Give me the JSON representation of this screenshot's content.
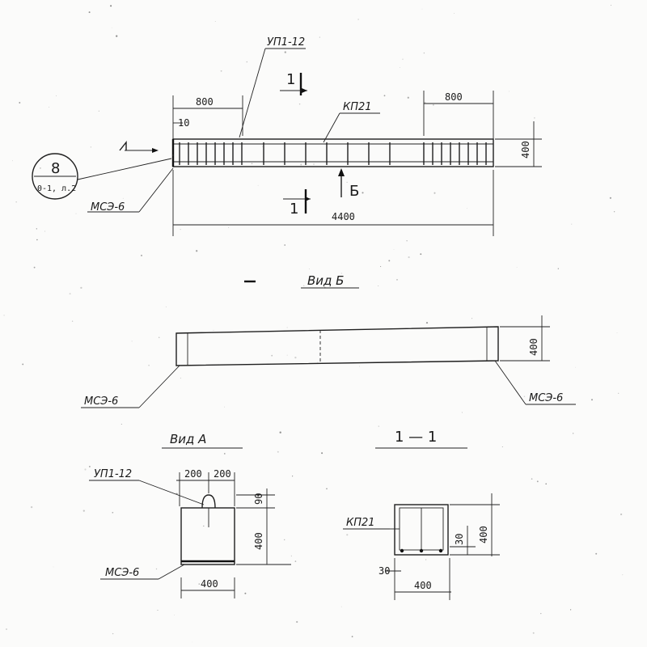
{
  "labels": {
    "upi_top": "УП1-12",
    "kp21_top": "КП21",
    "mesh_left": "МСЭ-6",
    "mark_1": "1",
    "mark_b": "Б",
    "circle_num": "8",
    "circle_ref": "0-1, л.2",
    "view_b_title": "Вид Б",
    "view_b_left": "МСЭ-6",
    "view_b_right": "МСЭ-6",
    "view_a_title": "Вид А",
    "view_a_upi": "УП1-12",
    "view_a_mesh": "МСЭ-6",
    "section_title": "1 — 1",
    "section_kp": "КП21"
  },
  "dims": {
    "left_800": "800",
    "right_800": "800",
    "offset_10": "10",
    "height_400_main": "400",
    "length_4400": "4400",
    "height_400_view_b": "400",
    "va_200_left": "200",
    "va_200_right": "200",
    "va_90": "90",
    "va_400_height": "400",
    "va_400_width": "400",
    "sec_30_side": "30",
    "sec_30_bottom": "30",
    "sec_400_height": "400",
    "sec_400_width": "400"
  }
}
